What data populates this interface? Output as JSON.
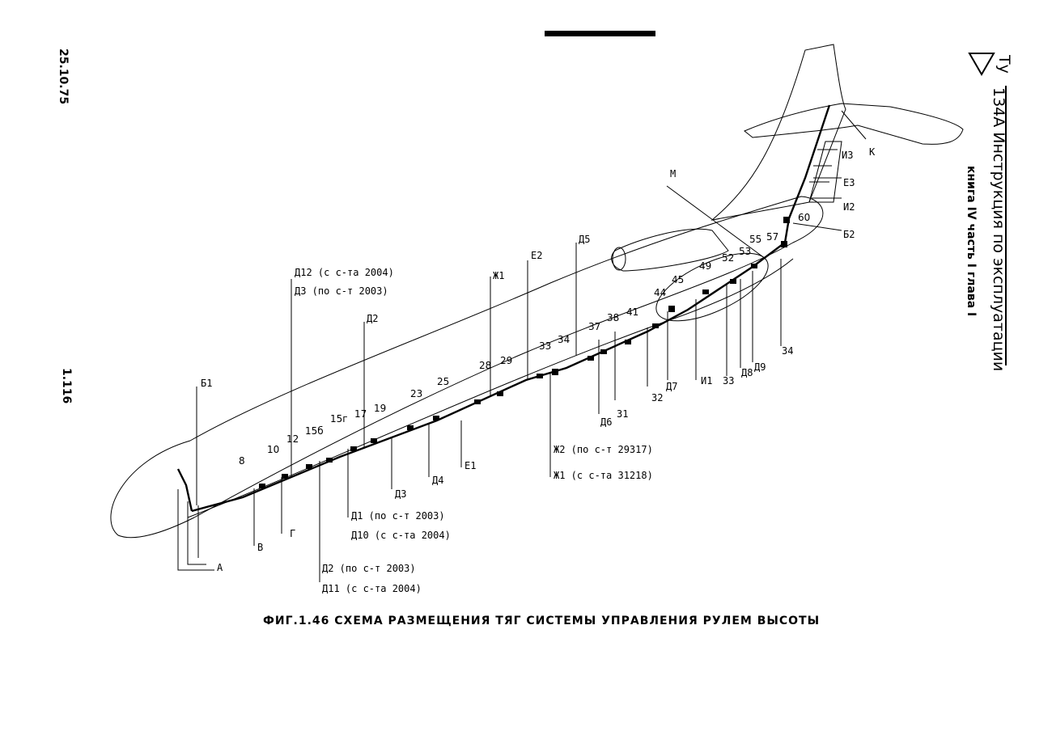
{
  "header": {
    "logo_text": "Ту",
    "title": "134А Инструкция по эксплуатации",
    "subtitle": "книга IV часть I глава I"
  },
  "side": {
    "date": "25.10.75",
    "page": "1.116"
  },
  "caption": "ФИГ.1.46 СХЕМА РАЗМЕЩЕНИЯ ТЯГ СИСТЕМЫ УПРАВЛЕНИЯ РУЛЕМ ВЫСОТЫ",
  "labels": {
    "L_D12": "Д12 (с с-та 2004)",
    "L_D3a": "Д3 (по с-т 2003)",
    "L_D2top": "Д2",
    "L_J1top": "Ж1",
    "L_E2": "Е2",
    "L_D5": "Д5",
    "L_M": "М",
    "L_K": "К",
    "L_I3": "И3",
    "L_E3": "Е3",
    "L_I2": "И2",
    "L_B2": "Б2",
    "L_Z4": "З4",
    "L_B1": "Б1",
    "L_D9": "Д9",
    "L_D8": "Д8",
    "L_Z3": "З3",
    "L_I1": "И1",
    "L_D7": "Д7",
    "L_Z2": "З2",
    "L_Z1": "З1",
    "L_D6": "Д6",
    "L_J2": "Ж2 (по с-т 29317)",
    "L_J1": "Ж1 (с с-та 31218)",
    "L_E1": "Е1",
    "L_D4": "Д4",
    "L_D3b": "Д3",
    "L_D1": "Д1 (по с-т 2003)",
    "L_D10": "Д10 (с с-та 2004)",
    "L_D2b": "Д2 (по с-т 2003)",
    "L_D11": "Д11 (с с-та 2004)",
    "L_G": "Г",
    "L_V": "В",
    "L_A": "А"
  },
  "stations": [
    "60",
    "55",
    "57",
    "53",
    "52",
    "49",
    "45",
    "44",
    "41",
    "38",
    "37",
    "34",
    "33",
    "29",
    "28",
    "25",
    "23",
    "19",
    "17",
    "15г",
    "15б",
    "12",
    "10",
    "8"
  ]
}
